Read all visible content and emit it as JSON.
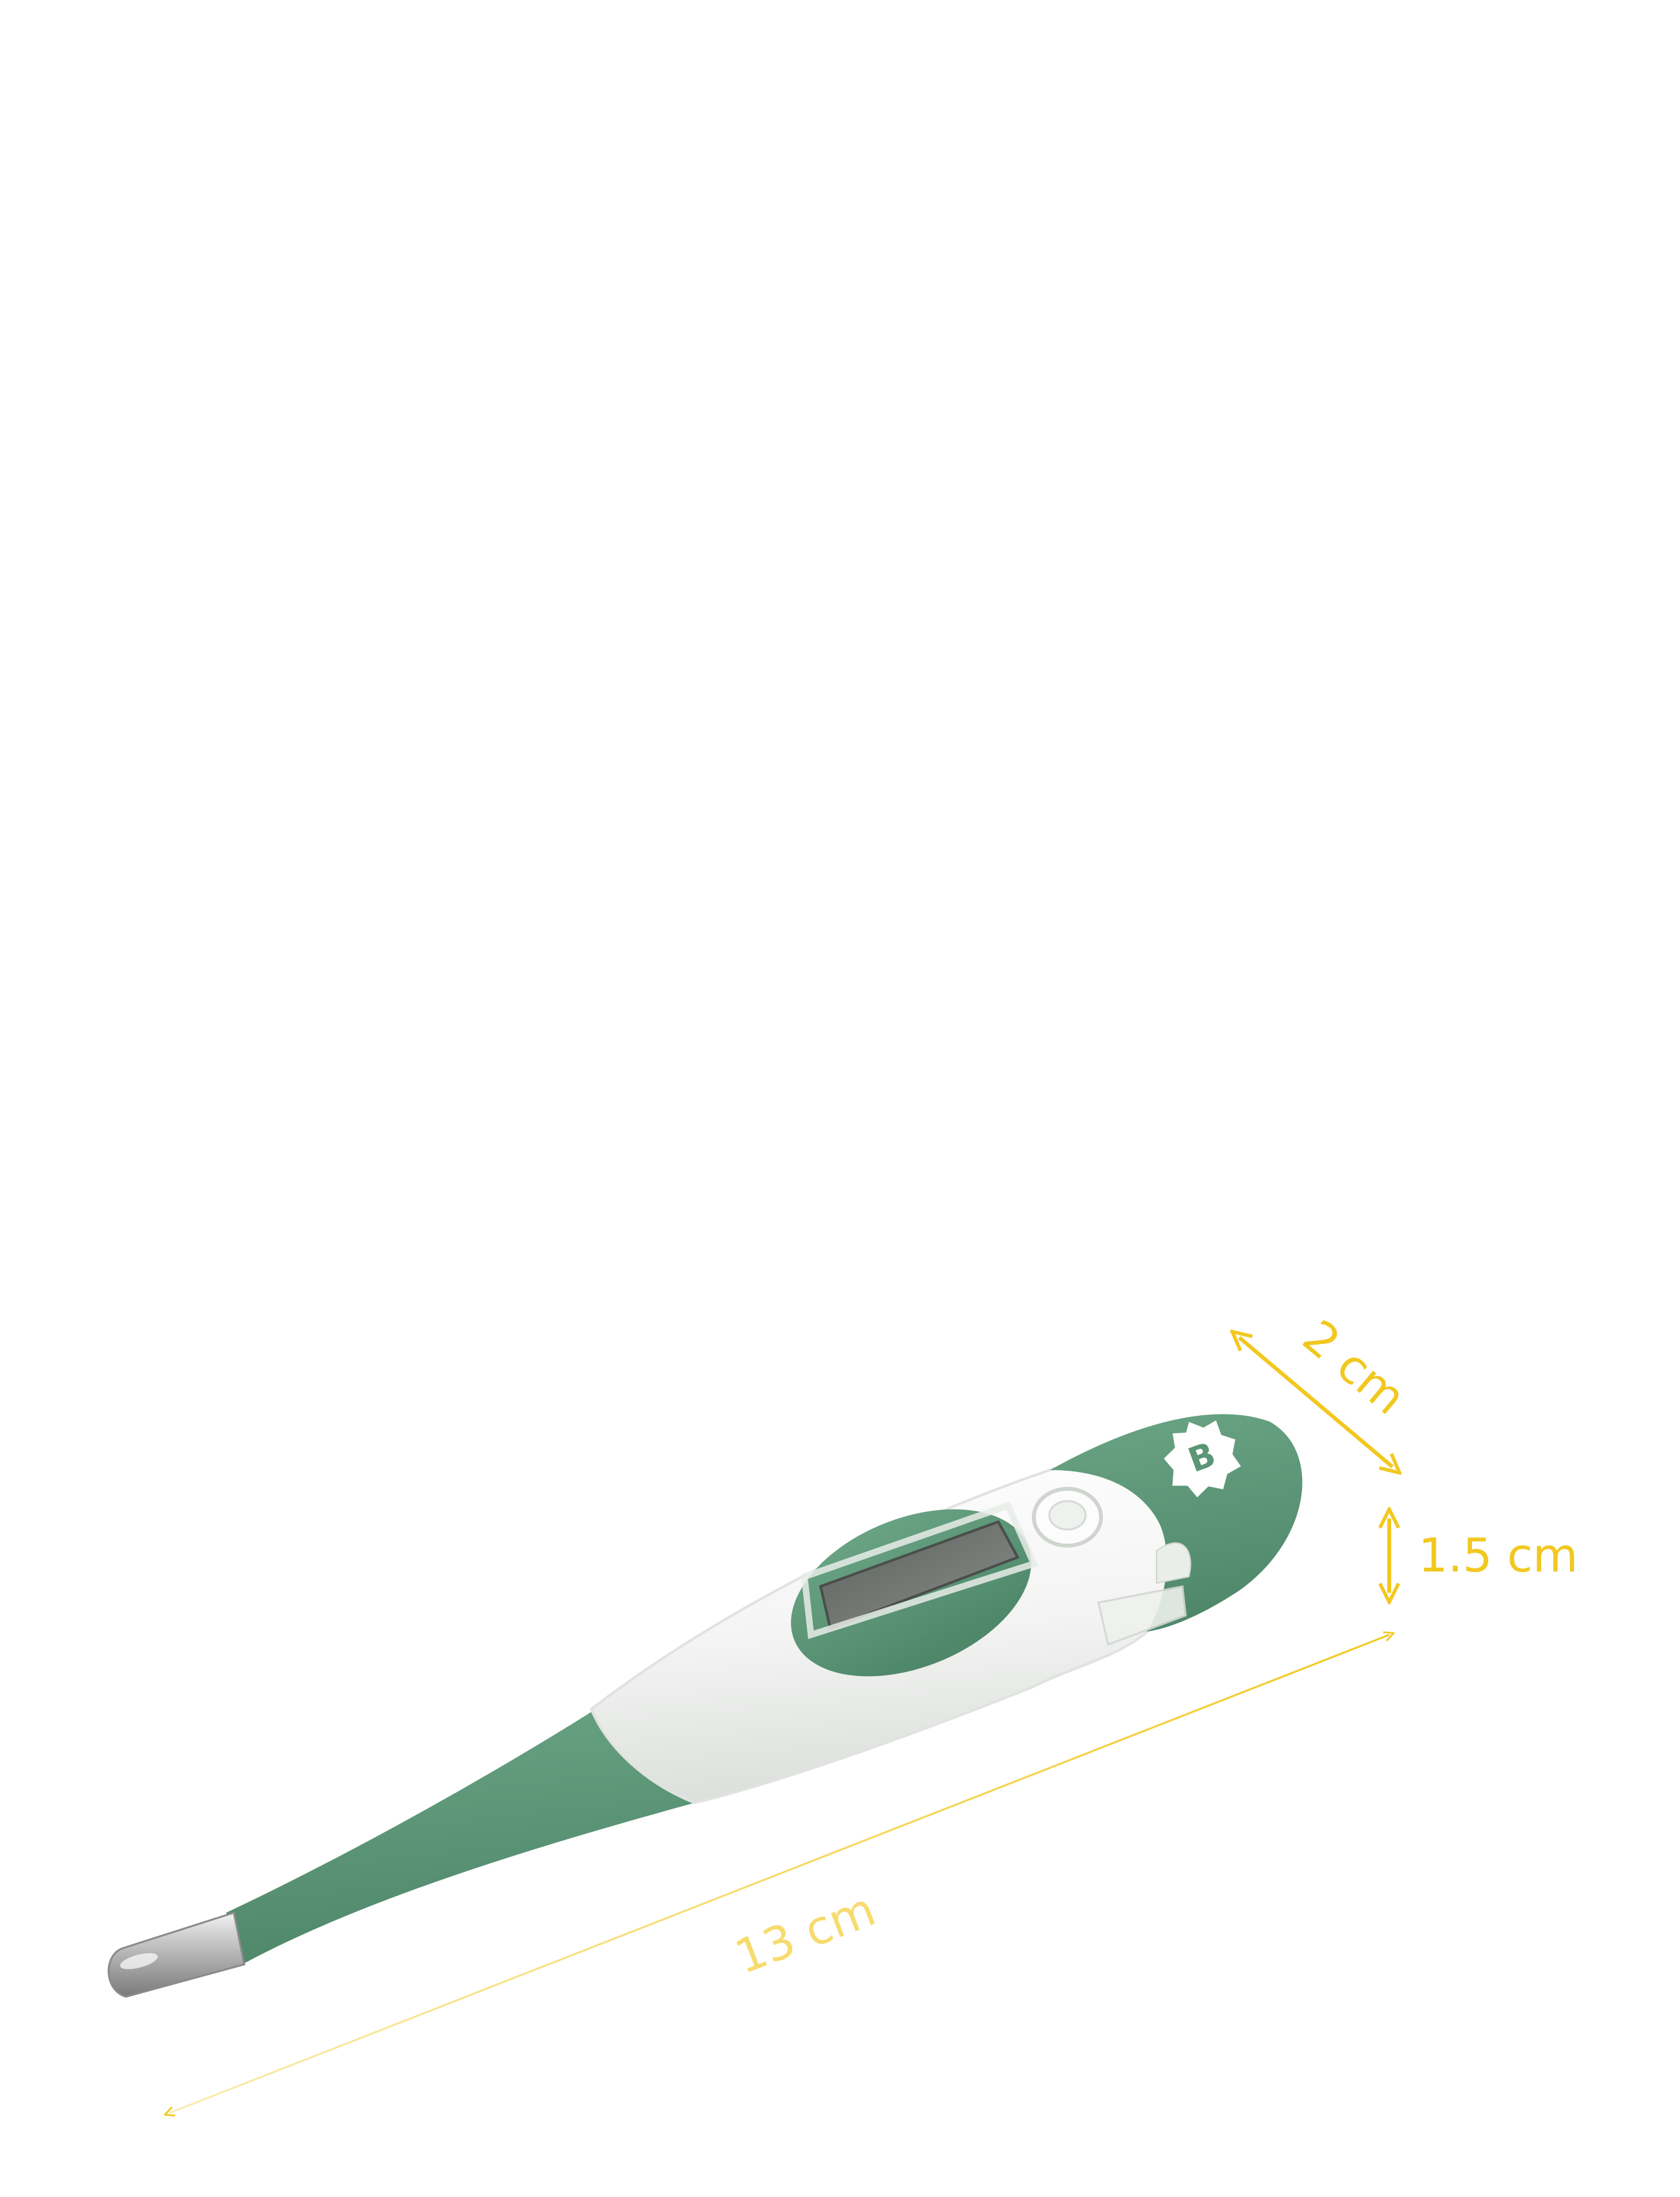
{
  "product": {
    "name_icon": "digital-thermometer",
    "logo_letter": "B"
  },
  "dimensions": {
    "length_label": "13 cm",
    "width_label": "2 cm",
    "height_label": "1.5 cm"
  },
  "colors": {
    "background": "#ffffff",
    "body_white": "#f4f5f4",
    "accent_green": "#5b9677",
    "lcd_gray": "#6f7370",
    "metal_tip": "#c9c9c9",
    "dimension_yellow": "#f2c81f"
  }
}
